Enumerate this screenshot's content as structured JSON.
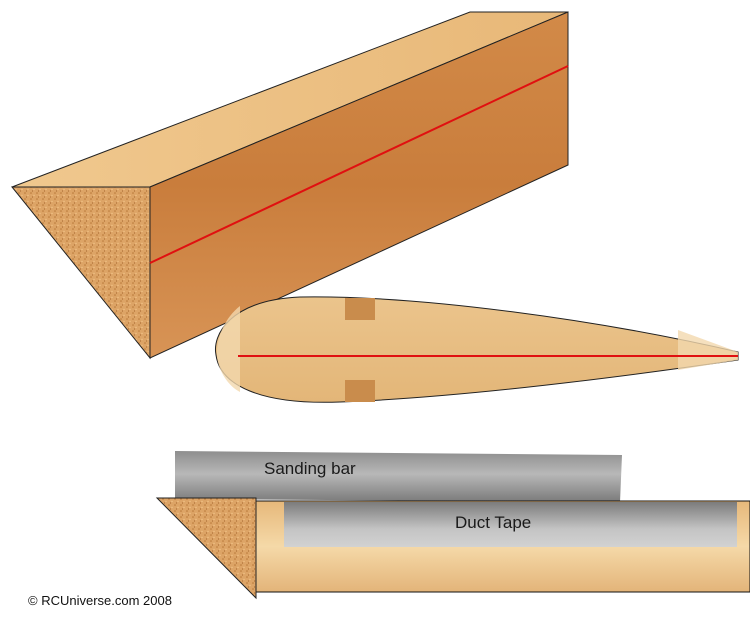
{
  "labels": {
    "sanding_bar": "Sanding bar",
    "duct_tape": "Duct Tape"
  },
  "copyright": "© RCUniverse.com 2008",
  "colors": {
    "wood_light": "#f1cf98",
    "wood_dark": "#c9803e",
    "end_grain": "#d9a060",
    "centerline": "#e01010",
    "metal": "#a9a9a9"
  }
}
